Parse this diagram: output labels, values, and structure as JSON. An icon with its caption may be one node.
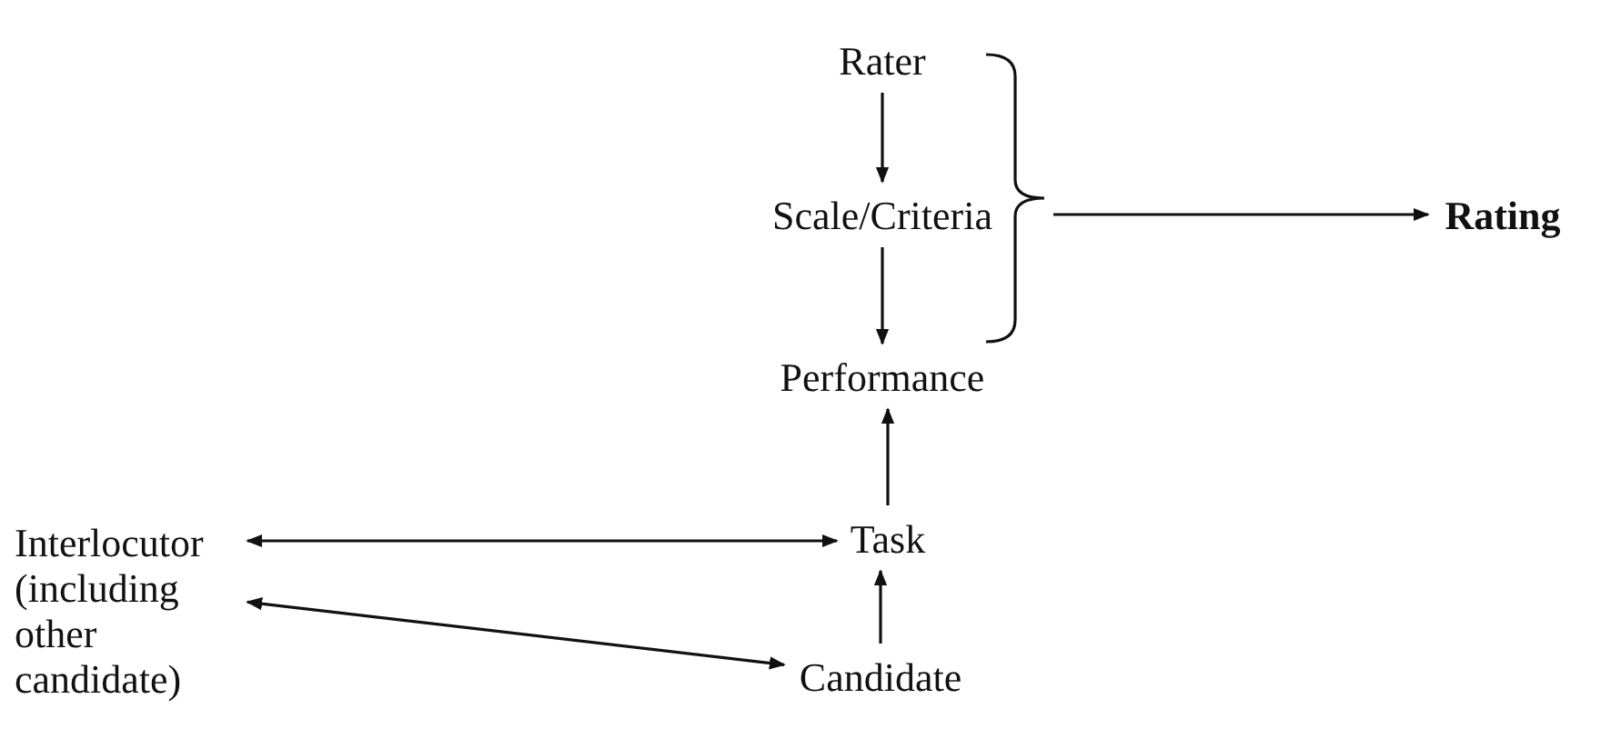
{
  "diagram": {
    "nodes": [
      {
        "text": [
          "Rater"
        ]
      },
      {
        "text": [
          "Scale/Criteria"
        ]
      },
      {
        "text": [
          "Performance"
        ]
      },
      {
        "text": [
          "Rating"
        ]
      },
      {
        "text": [
          "Interlocutor (including other candidate)"
        ]
      },
      {
        "text": [
          "Task"
        ]
      },
      {
        "text": [
          "Candidate"
        ]
      },
      {
        "text": [],
        "shape": "bracket"
      }
    ],
    "edges": [
      {
        "from": 0,
        "to": 1,
        "arrow": "to"
      },
      {
        "from": 1,
        "to": 2,
        "arrow": "to"
      },
      {
        "from": 5,
        "to": 2,
        "arrow": "to"
      },
      {
        "from": 6,
        "to": 5,
        "arrow": "to"
      },
      {
        "from": 4,
        "to": 5,
        "arrow": "both"
      },
      {
        "from": 4,
        "to": 6,
        "arrow": "both"
      },
      {
        "from": 7,
        "to": 3,
        "arrow": "to"
      }
    ]
  }
}
